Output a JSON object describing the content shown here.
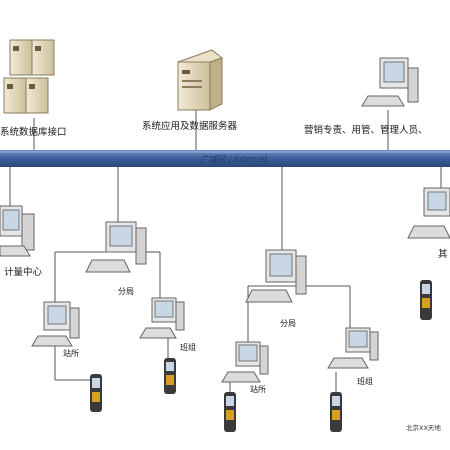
{
  "bus": {
    "label": "广域网 / Internet",
    "color": "#3d5f9a"
  },
  "top": {
    "left_server_label": "系统数据库接口",
    "mid_server_label": "系统应用及数据服务器",
    "right_pc_label": "营销专责、用管、管理人员、"
  },
  "nodes": {
    "center_label": "计量中心",
    "branch1_label": "分局",
    "branch2_label": "分局",
    "station1_label": "站所",
    "team1_label": "班组",
    "station2_label": "站所",
    "team2_label": "班组",
    "right_label": "其"
  },
  "corner_text": "北京XX天地",
  "colors": {
    "wire": "#555555",
    "device_body": "#e8e8e8",
    "screen": "#c9d6e6",
    "scanner": "#3a3a3a",
    "scanner_accent": "#d8a020"
  }
}
